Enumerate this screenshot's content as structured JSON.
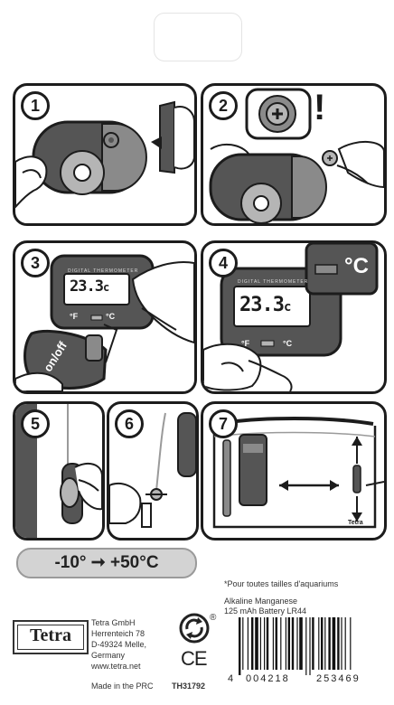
{
  "steps": [
    {
      "number": "1"
    },
    {
      "number": "2",
      "alert": "!"
    },
    {
      "number": "3",
      "reading": "23.3",
      "unit": "c",
      "label_f": "°F",
      "label_c": "°C",
      "switch_label": "on/off",
      "brand_text": "DIGITAL THERMOMETER"
    },
    {
      "number": "4",
      "reading": "23.3",
      "unit": "c",
      "label_f": "°F",
      "label_c": "°C",
      "celsius_badge": "°C",
      "brand_text": "DIGITAL THERMOMETER"
    },
    {
      "number": "5"
    },
    {
      "number": "6"
    },
    {
      "number": "7",
      "tank_mark": "Tetra"
    }
  ],
  "range_label": "-10° ➞ +50°C",
  "notes": {
    "aquarium_note": "*Pour toutes tailles d'aquariums",
    "battery_line1": "Alkaline Manganese",
    "battery_line2": "125 mAh Battery LR44"
  },
  "company": {
    "logo": "Tetra",
    "name": "Tetra GmbH",
    "street": "Herrenteich 78",
    "city": "D-49324 Melle,",
    "country": "Germany",
    "web": "www.tetra.net",
    "made_in": "Made in the PRC",
    "article": "TH31792"
  },
  "marks": {
    "registered": "®",
    "ce": "CE"
  },
  "barcode": {
    "first": "4",
    "group1": "004218",
    "group2": "253469"
  },
  "colors": {
    "outline": "#1c1c1c",
    "device_dark": "#555555",
    "device_mid": "#8a8a8a",
    "suction_cup": "#b5b5b5",
    "range_bg": "#d3d3d3"
  }
}
